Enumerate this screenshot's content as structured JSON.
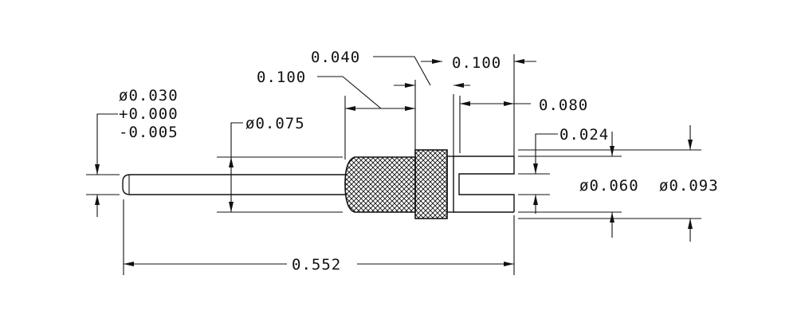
{
  "drawing": {
    "dimensions": {
      "tip_diameter": "ø0.030",
      "tip_tol_plus": "+0.000",
      "tip_tol_minus": "-0.005",
      "shank_diameter": "ø0.075",
      "knurl_length": "0.100",
      "collar_length": "0.040",
      "cup_length": "0.100",
      "slot_length": "0.080",
      "slot_width": "0.024",
      "cup_inner_diameter": "ø0.060",
      "cup_outer_diameter": "ø0.093",
      "overall_length": "0.552"
    }
  }
}
